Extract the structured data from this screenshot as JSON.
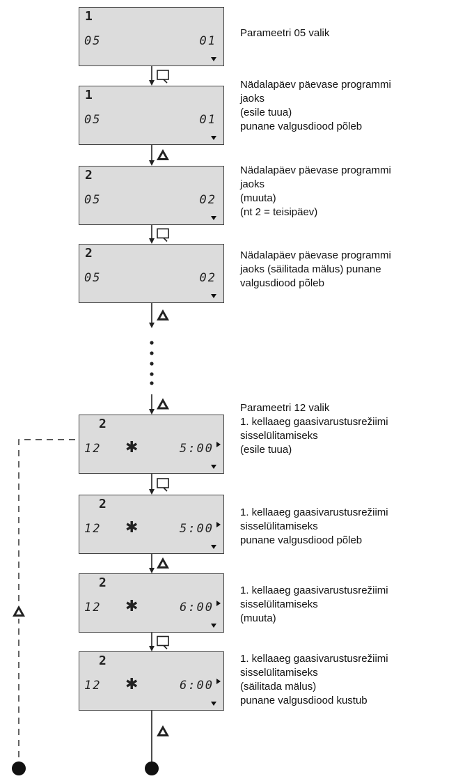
{
  "screens": [
    {
      "top": "1",
      "param": "05",
      "value": "01",
      "star": false,
      "arrow": false,
      "desc": [
        "Parameetri 05 valik"
      ]
    },
    {
      "top": "1",
      "param": "05",
      "value": "01",
      "star": false,
      "arrow": false,
      "desc": [
        "Nädalapäev päevase programmi",
        "jaoks",
        "(esile tuua)",
        "punane valgusdiood põleb"
      ]
    },
    {
      "top": "2",
      "param": "05",
      "value": "02",
      "star": false,
      "arrow": false,
      "desc": [
        "Nädalapäev päevase programmi",
        "jaoks",
        "(muuta)",
        "(nt 2 = teisipäev)"
      ]
    },
    {
      "top": "2",
      "param": "05",
      "value": "02",
      "star": false,
      "arrow": false,
      "desc": [
        "Nädalapäev päevase programmi",
        "jaoks (säilitada mälus) punane",
        "valgusdiood põleb"
      ]
    },
    {
      "top": "2",
      "param": "12",
      "value": "5:00",
      "star": true,
      "arrow": true,
      "desc": [
        "Parameetri 12 valik",
        "1. kellaaeg gaasivarustusrežiimi",
        "sisselülitamiseks",
        "(esile tuua)"
      ]
    },
    {
      "top": "2",
      "param": "12",
      "value": "5:00",
      "star": true,
      "arrow": true,
      "desc": [
        "1. kellaaeg gaasivarustusrežiimi",
        "sisselülitamiseks",
        "punane valgusdiood põleb"
      ]
    },
    {
      "top": "2",
      "param": "12",
      "value": "6:00",
      "star": true,
      "arrow": true,
      "desc": [
        "1. kellaaeg gaasivarustusrežiimi",
        "sisselülitamiseks",
        "(muuta)"
      ]
    },
    {
      "top": "2",
      "param": "12",
      "value": "6:00",
      "star": true,
      "arrow": true,
      "desc": [
        "1. kellaaeg gaasivarustusrežiimi",
        "sisselülitamiseks",
        "(säilitada mälus)",
        "punane valgusdiood kustub"
      ]
    }
  ],
  "connectors": [
    "set-key",
    "up-key",
    "set-key",
    "up-key",
    "up-key",
    "set-key",
    "up-key",
    "set-key",
    "up-key"
  ],
  "star_glyph": "✱",
  "loop_key": "up-key"
}
